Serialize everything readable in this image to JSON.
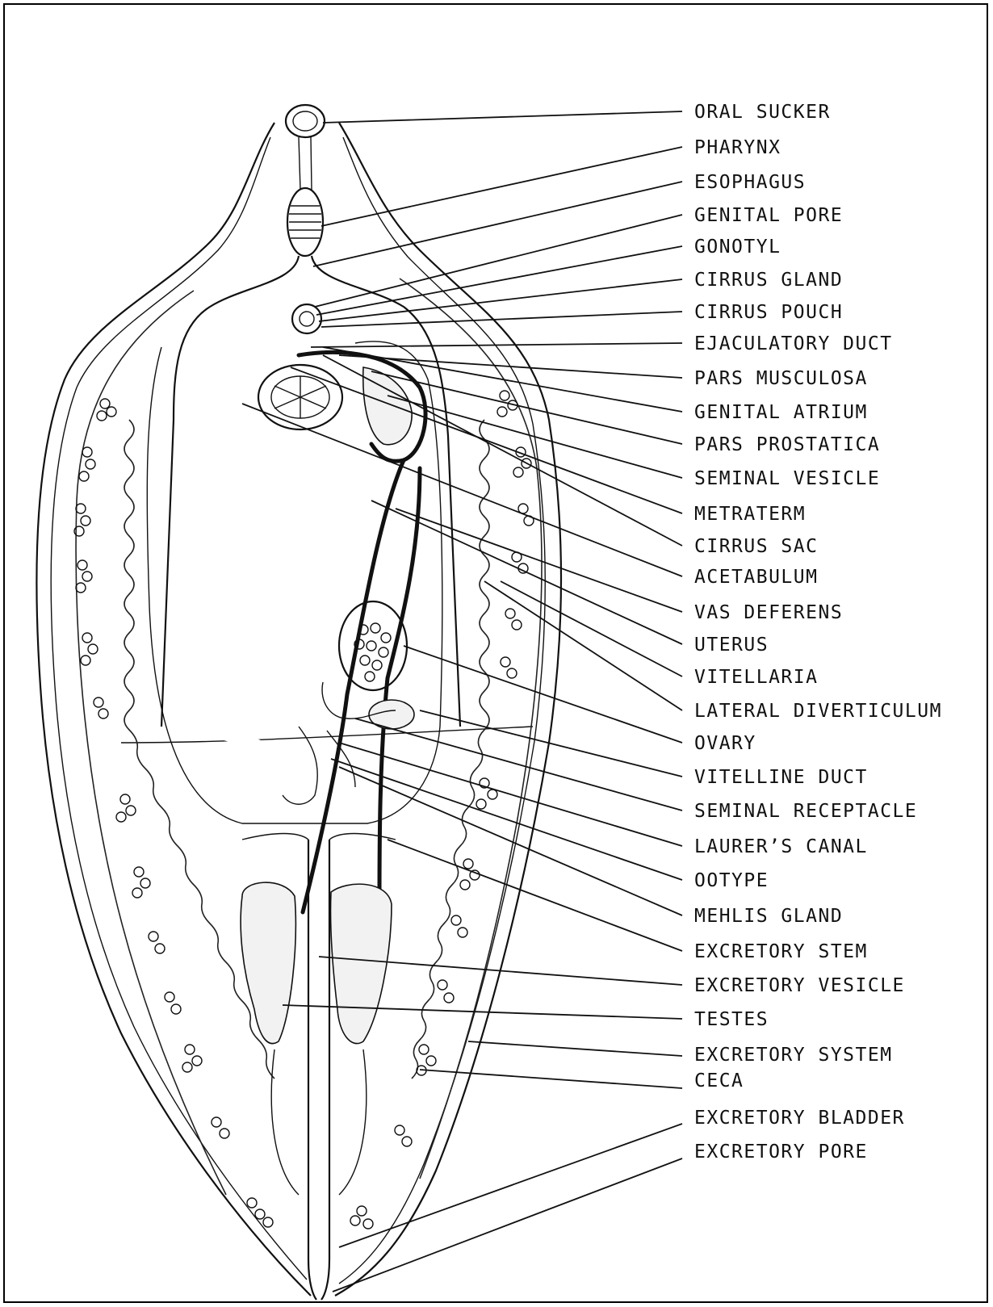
{
  "labels": [
    {
      "id": "oral-sucker",
      "text": "ORAL SUCKER"
    },
    {
      "id": "pharynx",
      "text": "PHARYNX"
    },
    {
      "id": "esophagus",
      "text": "ESOPHAGUS"
    },
    {
      "id": "genital-pore",
      "text": "GENITAL PORE"
    },
    {
      "id": "gonotyl",
      "text": "GONOTYL"
    },
    {
      "id": "cirrus-gland",
      "text": "CIRRUS GLAND"
    },
    {
      "id": "cirrus-pouch",
      "text": "CIRRUS POUCH"
    },
    {
      "id": "ejaculatory-duct",
      "text": "EJACULATORY DUCT"
    },
    {
      "id": "pars-musculosa",
      "text": "PARS MUSCULOSA"
    },
    {
      "id": "genital-atrium",
      "text": "GENITAL ATRIUM"
    },
    {
      "id": "pars-prostatica",
      "text": "PARS PROSTATICA"
    },
    {
      "id": "seminal-vesicle",
      "text": "SEMINAL VESICLE"
    },
    {
      "id": "metraterm",
      "text": "METRATERM"
    },
    {
      "id": "cirrus-sac",
      "text": "CIRRUS SAC"
    },
    {
      "id": "acetabulum",
      "text": "ACETABULUM"
    },
    {
      "id": "vas-deferens",
      "text": "VAS DEFERENS"
    },
    {
      "id": "uterus",
      "text": "UTERUS"
    },
    {
      "id": "vitellaria",
      "text": "VITELLARIA"
    },
    {
      "id": "lateral-diverticulum",
      "text": "LATERAL DIVERTICULUM"
    },
    {
      "id": "ovary",
      "text": "OVARY"
    },
    {
      "id": "vitelline-duct",
      "text": "VITELLINE DUCT"
    },
    {
      "id": "seminal-receptacle",
      "text": "SEMINAL RECEPTACLE"
    },
    {
      "id": "laurers-canal",
      "text": "LAURER’S CANAL"
    },
    {
      "id": "ootype",
      "text": "OOTYPE"
    },
    {
      "id": "mehlis-gland",
      "text": "MEHLIS GLAND"
    },
    {
      "id": "excretory-stem",
      "text": "EXCRETORY STEM"
    },
    {
      "id": "excretory-vesicle",
      "text": "EXCRETORY VESICLE"
    },
    {
      "id": "testes",
      "text": "TESTES"
    },
    {
      "id": "excretory-system",
      "text": "EXCRETORY SYSTEM"
    },
    {
      "id": "ceca",
      "text": "CECA"
    },
    {
      "id": "excretory-bladder",
      "text": "EXCRETORY BLADDER"
    },
    {
      "id": "excretory-pore",
      "text": "EXCRETORY PORE"
    }
  ]
}
